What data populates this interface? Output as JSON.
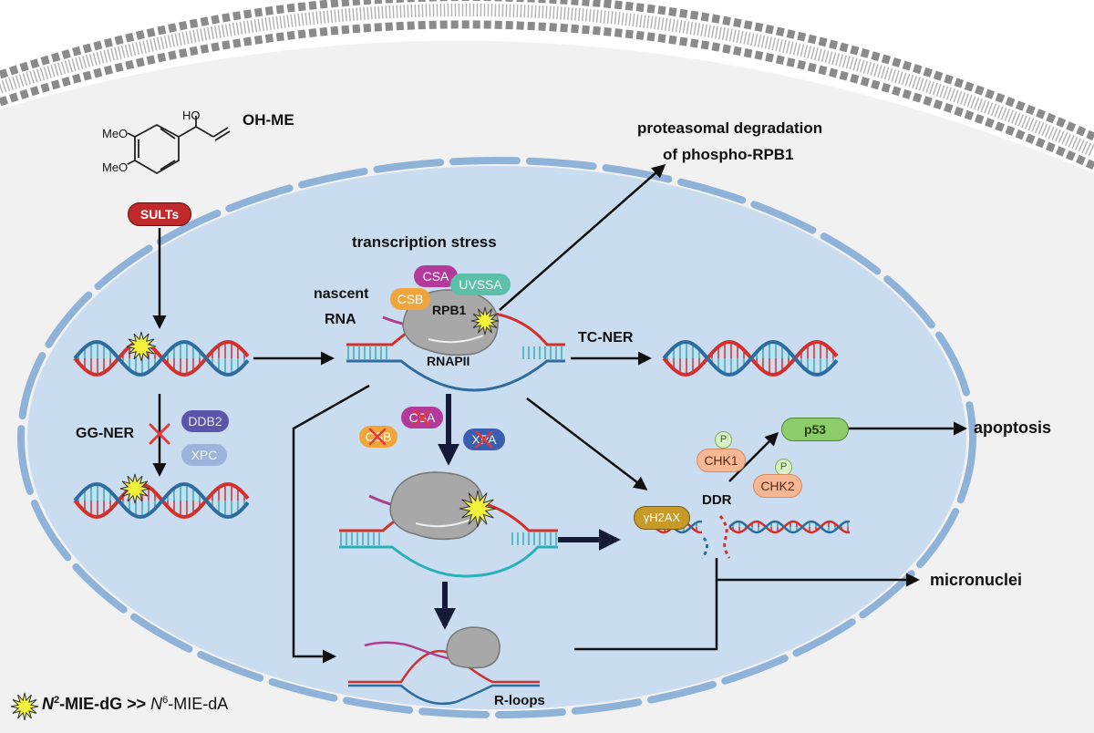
{
  "molecule": {
    "oh_label": "HO",
    "meo1": "MeO",
    "meo2": "MeO",
    "name": "OH-ME"
  },
  "enzymes": {
    "sults": "SULTs",
    "csa": "CSA",
    "csb": "CSB",
    "uvssa": "UVSSA",
    "rpb1": "RPB1",
    "rnapii": "RNAPII",
    "ddb2": "DDB2",
    "xpc": "XPC",
    "csa_inhibited": "CSA",
    "csb_inhibited": "CSB",
    "xpa_inhibited": "XPA",
    "chk1": "CHK1",
    "chk2": "CHK2",
    "p53": "p53",
    "h2ax": "γH2AX",
    "phospho1": "P",
    "phospho2": "P"
  },
  "labels": {
    "transcription_stress": "transcription stress",
    "nascent": "nascent",
    "rna": "RNA",
    "gg_ner": "GG-NER",
    "tc_ner": "TC-NER",
    "proteasomal_line1": "proteasomal degradation",
    "proteasomal_line2": "of phospho-RPB1",
    "ddr": "DDR",
    "apoptosis": "apoptosis",
    "micronuclei": "micronuclei",
    "r_loops": "R-loops"
  },
  "legend": {
    "n2_italic": "N",
    "n2_sup": "2",
    "n2_rest": "-MIE-dG >>",
    "n6_italic": "N",
    "n6_sup": "6",
    "n6_rest": "-MIE-dA"
  },
  "colors": {
    "nucleus": "#c9dcf0",
    "envelope": "#8fb2d9",
    "dna_red": "#d0312d",
    "dna_blue": "#2e6c9e",
    "sults": "#c0282c",
    "csa": "#b3399a",
    "csb": "#f0a53b",
    "uvssa": "#5cbfa8",
    "ddb2": "#5a55a8",
    "xpc": "#9cb3dc",
    "xpa": "#3a5fb0",
    "chk": "#f6b795",
    "p53": "#8ccd6a",
    "h2ax": "#c79a28",
    "adduct": "#f2f23a"
  }
}
